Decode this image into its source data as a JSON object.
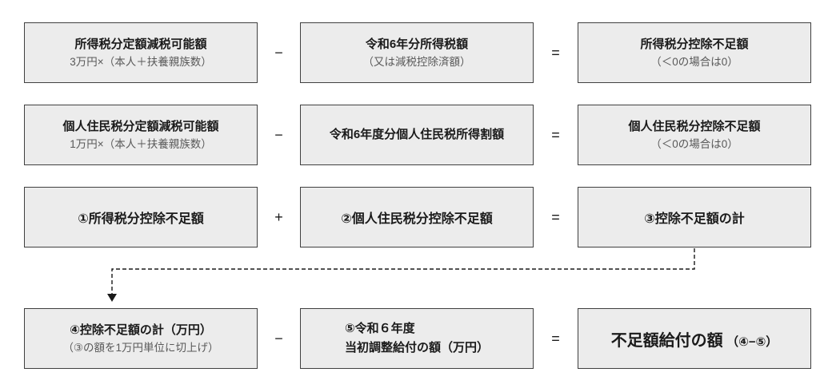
{
  "colors": {
    "box_bg": "#ececec",
    "box_border": "#404040",
    "title": "#1a1a1a",
    "subtitle": "#595959",
    "arrow": "#1a1a1a"
  },
  "rows": [
    {
      "op1": "−",
      "op2": "=",
      "cells": [
        {
          "title": "所得税分定額減税可能額",
          "subtitle": "3万円×（本人＋扶養親族数）"
        },
        {
          "title": "令和6年分所得税額",
          "subtitle": "（又は減税控除済額）"
        },
        {
          "title": "所得税分控除不足額",
          "subtitle": "（＜0の場合は0）"
        }
      ]
    },
    {
      "op1": "−",
      "op2": "=",
      "cells": [
        {
          "title": "個人住民税分定額減税可能額",
          "subtitle": "1万円×（本人＋扶養親族数）"
        },
        {
          "title": "令和6年度分個人住民税所得割額"
        },
        {
          "title": "個人住民税分控除不足額",
          "subtitle": "（＜0の場合は0）"
        }
      ]
    },
    {
      "op1": "+",
      "op2": "=",
      "cells": [
        {
          "title": "①所得税分控除不足額"
        },
        {
          "title": "②個人住民税分控除不足額"
        },
        {
          "title": "③控除不足額の計"
        }
      ]
    },
    {
      "op1": "−",
      "op2": "=",
      "cells": [
        {
          "title": "④控除不足額の計（万円）",
          "subtitle": "（③の額を1万円単位に切上げ）"
        },
        {
          "title_line1": "⑤令和６年度",
          "title_line2": "当初調整給付の額（万円）"
        },
        {
          "main": "不足額給付の額",
          "suffix": "（④−⑤）"
        }
      ]
    }
  ]
}
